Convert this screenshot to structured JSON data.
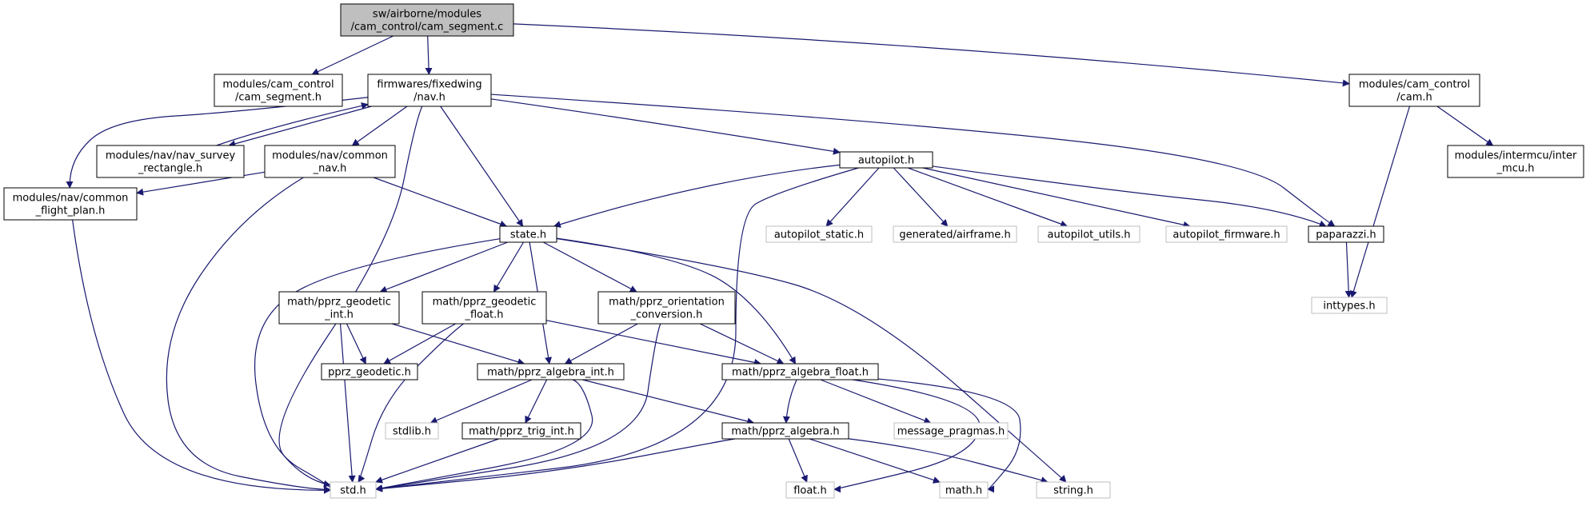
{
  "diagram": {
    "nodes": [
      {
        "id": "root",
        "lines": [
          "sw/airborne/modules",
          "/cam_control/cam_segment.c"
        ],
        "kind": "root"
      },
      {
        "id": "cam_segment_h",
        "lines": [
          "modules/cam_control",
          "/cam_segment.h"
        ],
        "kind": "documented"
      },
      {
        "id": "nav_h",
        "lines": [
          "firmwares/fixedwing",
          "/nav.h"
        ],
        "kind": "documented"
      },
      {
        "id": "cam_h",
        "lines": [
          "modules/cam_control",
          "/cam.h"
        ],
        "kind": "documented"
      },
      {
        "id": "nav_survey",
        "lines": [
          "modules/nav/nav_survey",
          "_rectangle.h"
        ],
        "kind": "documented"
      },
      {
        "id": "common_nav",
        "lines": [
          "modules/nav/common",
          "_nav.h"
        ],
        "kind": "documented"
      },
      {
        "id": "autopilot_h",
        "lines": [
          "autopilot.h"
        ],
        "kind": "documented"
      },
      {
        "id": "inter_mcu",
        "lines": [
          "modules/intermcu/inter",
          "_mcu.h"
        ],
        "kind": "documented"
      },
      {
        "id": "flight_plan",
        "lines": [
          "modules/nav/common",
          "_flight_plan.h"
        ],
        "kind": "documented"
      },
      {
        "id": "state_h",
        "lines": [
          "state.h"
        ],
        "kind": "documented"
      },
      {
        "id": "autopilot_static",
        "lines": [
          "autopilot_static.h"
        ],
        "kind": "external"
      },
      {
        "id": "airframe",
        "lines": [
          "generated/airframe.h"
        ],
        "kind": "external"
      },
      {
        "id": "autopilot_utils",
        "lines": [
          "autopilot_utils.h"
        ],
        "kind": "external"
      },
      {
        "id": "autopilot_firmware",
        "lines": [
          "autopilot_firmware.h"
        ],
        "kind": "external"
      },
      {
        "id": "paparazzi",
        "lines": [
          "paparazzi.h"
        ],
        "kind": "documented"
      },
      {
        "id": "inttypes",
        "lines": [
          "inttypes.h"
        ],
        "kind": "external"
      },
      {
        "id": "geodetic_int",
        "lines": [
          "math/pprz_geodetic",
          "_int.h"
        ],
        "kind": "documented"
      },
      {
        "id": "geodetic_float",
        "lines": [
          "math/pprz_geodetic",
          "_float.h"
        ],
        "kind": "documented"
      },
      {
        "id": "orientation",
        "lines": [
          "math/pprz_orientation",
          "_conversion.h"
        ],
        "kind": "documented"
      },
      {
        "id": "pprz_geodetic",
        "lines": [
          "pprz_geodetic.h"
        ],
        "kind": "documented"
      },
      {
        "id": "algebra_int",
        "lines": [
          "math/pprz_algebra_int.h"
        ],
        "kind": "documented"
      },
      {
        "id": "algebra_float",
        "lines": [
          "math/pprz_algebra_float.h"
        ],
        "kind": "documented"
      },
      {
        "id": "stdlib",
        "lines": [
          "stdlib.h"
        ],
        "kind": "external"
      },
      {
        "id": "trig_int",
        "lines": [
          "math/pprz_trig_int.h"
        ],
        "kind": "documented"
      },
      {
        "id": "algebra",
        "lines": [
          "math/pprz_algebra.h"
        ],
        "kind": "documented"
      },
      {
        "id": "message_pragmas",
        "lines": [
          "message_pragmas.h"
        ],
        "kind": "external"
      },
      {
        "id": "std_h",
        "lines": [
          "std.h"
        ],
        "kind": "external"
      },
      {
        "id": "float_h",
        "lines": [
          "float.h"
        ],
        "kind": "external"
      },
      {
        "id": "math_h",
        "lines": [
          "math.h"
        ],
        "kind": "external"
      },
      {
        "id": "string_h",
        "lines": [
          "string.h"
        ],
        "kind": "external"
      }
    ],
    "edges": [
      [
        "root",
        "cam_segment_h"
      ],
      [
        "root",
        "nav_h"
      ],
      [
        "root",
        "cam_h"
      ],
      [
        "nav_h",
        "nav_survey"
      ],
      [
        "nav_survey",
        "nav_h"
      ],
      [
        "nav_h",
        "common_nav"
      ],
      [
        "nav_h",
        "flight_plan"
      ],
      [
        "nav_h",
        "state_h"
      ],
      [
        "nav_h",
        "std_h"
      ],
      [
        "nav_h",
        "autopilot_h"
      ],
      [
        "nav_h",
        "paparazzi"
      ],
      [
        "cam_h",
        "inter_mcu"
      ],
      [
        "cam_h",
        "inttypes"
      ],
      [
        "common_nav",
        "flight_plan"
      ],
      [
        "common_nav",
        "state_h"
      ],
      [
        "common_nav",
        "std_h"
      ],
      [
        "flight_plan",
        "std_h"
      ],
      [
        "autopilot_h",
        "state_h"
      ],
      [
        "autopilot_h",
        "std_h"
      ],
      [
        "autopilot_h",
        "autopilot_static"
      ],
      [
        "autopilot_h",
        "airframe"
      ],
      [
        "autopilot_h",
        "autopilot_utils"
      ],
      [
        "autopilot_h",
        "autopilot_firmware"
      ],
      [
        "autopilot_h",
        "paparazzi"
      ],
      [
        "paparazzi",
        "inttypes"
      ],
      [
        "state_h",
        "std_h"
      ],
      [
        "state_h",
        "geodetic_int"
      ],
      [
        "state_h",
        "geodetic_float"
      ],
      [
        "state_h",
        "orientation"
      ],
      [
        "state_h",
        "algebra_int"
      ],
      [
        "state_h",
        "algebra_float"
      ],
      [
        "state_h",
        "string_h"
      ],
      [
        "geodetic_int",
        "pprz_geodetic"
      ],
      [
        "geodetic_int",
        "algebra_int"
      ],
      [
        "geodetic_int",
        "std_h"
      ],
      [
        "geodetic_float",
        "pprz_geodetic"
      ],
      [
        "geodetic_float",
        "algebra_float"
      ],
      [
        "geodetic_float",
        "std_h"
      ],
      [
        "orientation",
        "algebra_int"
      ],
      [
        "orientation",
        "algebra_float"
      ],
      [
        "orientation",
        "std_h"
      ],
      [
        "algebra_int",
        "stdlib"
      ],
      [
        "algebra_int",
        "trig_int"
      ],
      [
        "algebra_int",
        "algebra"
      ],
      [
        "algebra_int",
        "std_h"
      ],
      [
        "algebra_float",
        "algebra"
      ],
      [
        "algebra_float",
        "message_pragmas"
      ],
      [
        "algebra_float",
        "float_h"
      ],
      [
        "algebra_float",
        "math_h"
      ],
      [
        "trig_int",
        "std_h"
      ],
      [
        "algebra",
        "std_h"
      ],
      [
        "algebra",
        "float_h"
      ],
      [
        "algebra",
        "math_h"
      ],
      [
        "algebra",
        "string_h"
      ]
    ],
    "colors": {
      "edge": "#191970",
      "documented_border": "#000000",
      "external_border": "#bfbfbf",
      "root_fill": "#bfbfbf",
      "node_fill": "#ffffff",
      "external_text": "#555555"
    }
  }
}
